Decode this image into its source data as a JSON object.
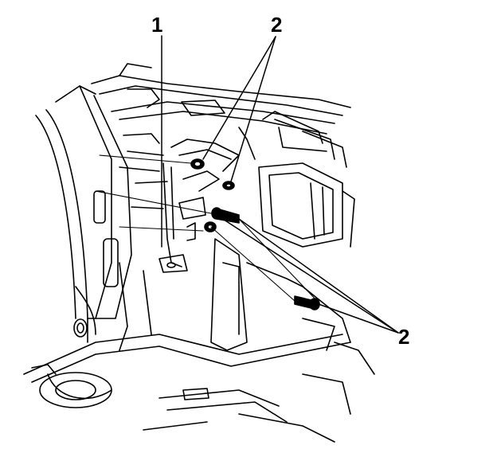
{
  "callouts": {
    "bracket": "1",
    "bolts_top": "2",
    "bolts_bottom": "2"
  },
  "colors": {
    "line": "#000000",
    "background": "#ffffff"
  }
}
